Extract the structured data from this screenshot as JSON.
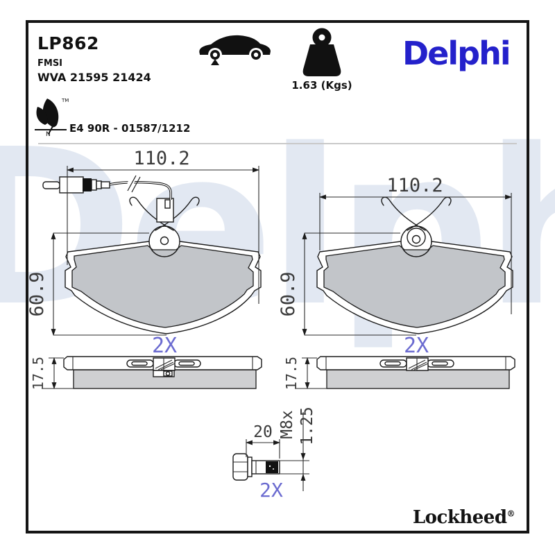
{
  "header": {
    "part_number": "LP862",
    "fmsi_label": "FMSI",
    "wva_numbers": "WVA 21595 21424",
    "approval_code": "E4 90R - 01587/1212",
    "eco_trademark": "TM",
    "eco_letter": "N",
    "weight_label": "1.63 (Kgs)",
    "brand_logo": "Delphi"
  },
  "watermark": {
    "text": "Delphi",
    "color": "#e2e8f2"
  },
  "drawings": {
    "pad_front_left": {
      "width_dim": "110.2",
      "height_dim": "60.9",
      "quantity": "2X"
    },
    "pad_front_right": {
      "width_dim": "110.2",
      "height_dim": "60.9",
      "quantity": "2X"
    },
    "pad_side_left": {
      "thickness_dim": "17.5"
    },
    "pad_side_right": {
      "thickness_dim": "17.5"
    },
    "bolt": {
      "length_dim": "20",
      "thread_dim_part1": "M8x",
      "thread_dim_part2": "1.25",
      "quantity": "2X"
    }
  },
  "footer": {
    "sub_brand": "Lockheed",
    "registered_mark": "®"
  },
  "colors": {
    "brand_blue": "#2421cb",
    "dimension_text": "#3a3a3a",
    "quantity_text": "#6b6bd0",
    "friction_gray": "#c2c5c9"
  }
}
